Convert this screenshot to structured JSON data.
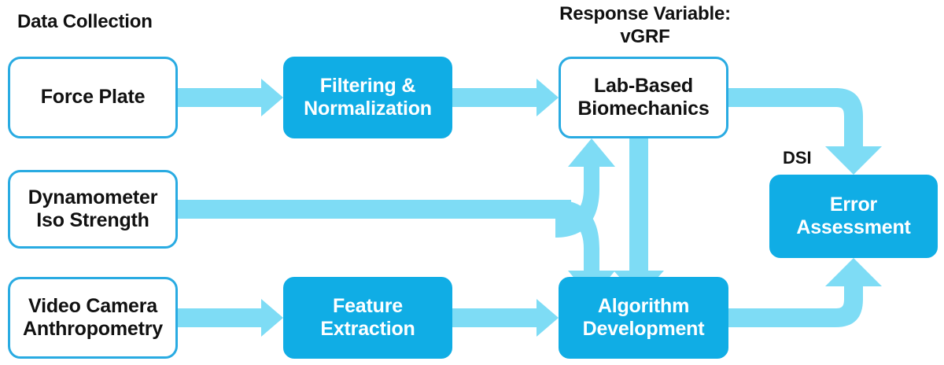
{
  "diagram": {
    "title_data_collection": "Data Collection",
    "title_response_variable": "Response Variable:\nvGRF",
    "label_dsi": "DSI",
    "nodes": {
      "force_plate": "Force Plate",
      "dynamometer": "Dynamometer\nIso Strength",
      "video_camera": "Video Camera\nAnthropometry",
      "filtering": "Filtering &\nNormalization",
      "feature_extraction": "Feature\nExtraction",
      "lab_biomechanics": "Lab-Based\nBiomechanics",
      "algorithm_development": "Algorithm\nDevelopment",
      "error_assessment": "Error\nAssessment"
    },
    "colors": {
      "arrow": "#7EDCF5",
      "box_fill": "#10ADE5",
      "box_border": "#29ABE2",
      "box_background": "#FFFFFF",
      "text_dark": "#111111",
      "text_light": "#FFFFFF",
      "page_background": "#FFFFFF"
    },
    "edges": [
      {
        "from": "force_plate",
        "to": "filtering",
        "style": "arrow-right"
      },
      {
        "from": "filtering",
        "to": "lab_biomechanics",
        "style": "arrow-right"
      },
      {
        "from": "video_camera",
        "to": "feature_extraction",
        "style": "arrow-right"
      },
      {
        "from": "feature_extraction",
        "to": "algorithm_development",
        "style": "arrow-right"
      },
      {
        "from": "dynamometer",
        "to": "lab_biomechanics",
        "style": "branch-up"
      },
      {
        "from": "dynamometer",
        "to": "algorithm_development",
        "style": "branch-down"
      },
      {
        "from": "lab_biomechanics",
        "to": "algorithm_development",
        "style": "arrow-down"
      },
      {
        "from": "lab_biomechanics",
        "to": "error_assessment",
        "style": "elbow-right-down",
        "label": "DSI"
      },
      {
        "from": "algorithm_development",
        "to": "error_assessment",
        "style": "elbow-right-up"
      }
    ]
  }
}
